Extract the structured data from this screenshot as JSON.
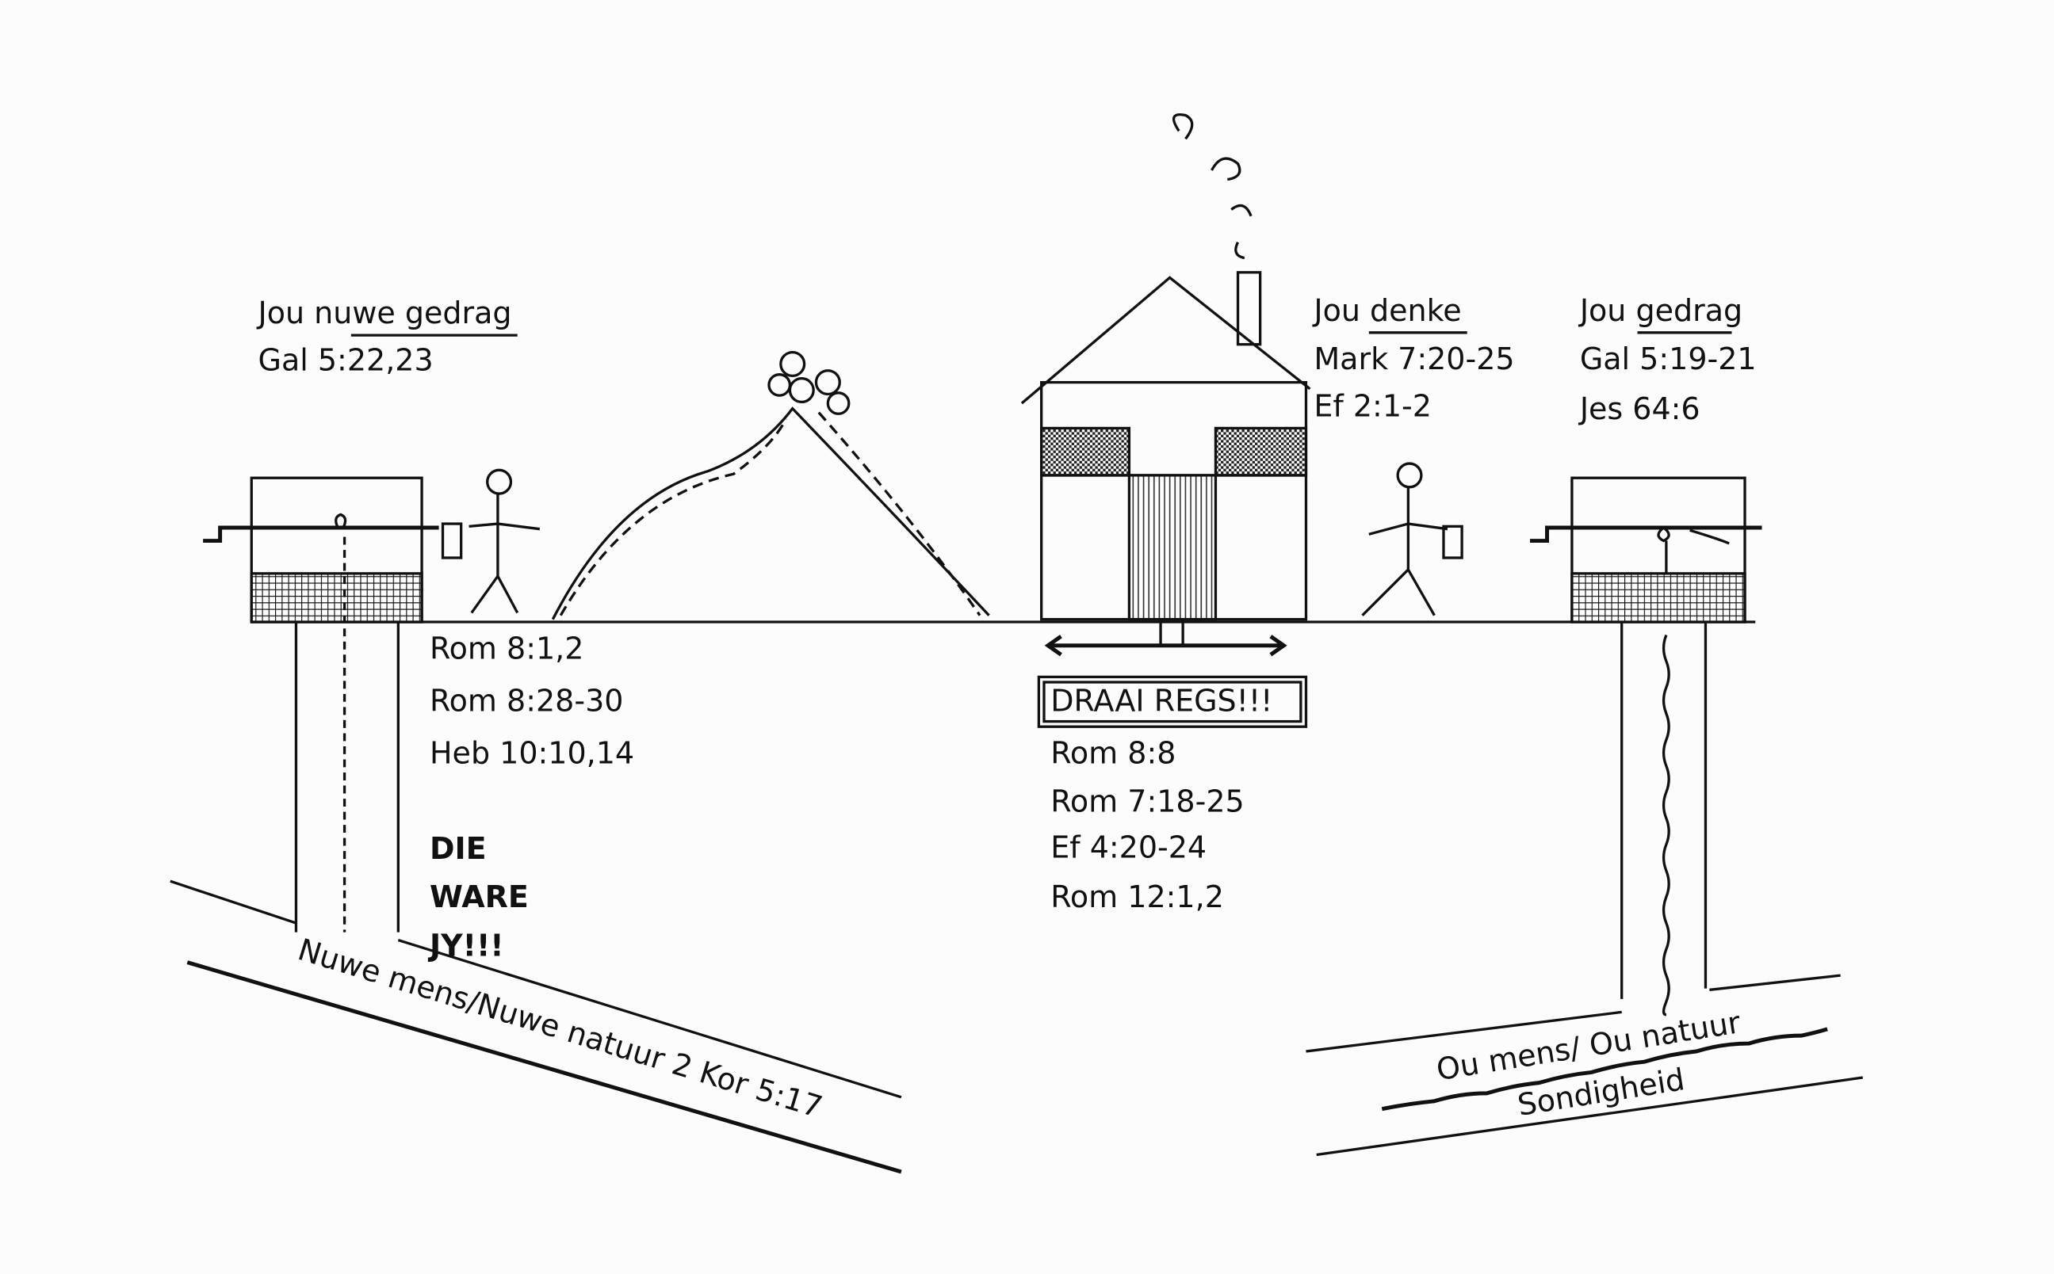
{
  "left": {
    "heading_prefix": "Jou",
    "heading_underlined": "nuwe gedrag",
    "ref": "Gal 5:22,23",
    "verses": [
      "Rom 8:1,2",
      "Rom 8:28-30",
      "Heb 10:10,14"
    ],
    "emphasis": [
      "DIE",
      "WARE",
      "JY!!!"
    ],
    "pipe_label": "Nuwe mens/Nuwe natuur 2 Kor 5:17"
  },
  "center": {
    "sign": "DRAAI REGS!!!",
    "verses": [
      "Rom 8:8",
      "Rom 7:18-25",
      "Ef 4:20-24",
      "Rom 12:1,2"
    ]
  },
  "thinking": {
    "heading_prefix": "Jou",
    "heading_underlined": "denke",
    "refs": [
      "Mark 7:20-25",
      "Ef 2:1-2"
    ]
  },
  "right": {
    "heading_prefix": "Jou",
    "heading_underlined": "gedrag",
    "refs": [
      "Gal 5:19-21",
      "Jes 64:6"
    ],
    "pipe_label": "Ou mens/ Ou natuur",
    "sin_label": "Sondigheid"
  }
}
